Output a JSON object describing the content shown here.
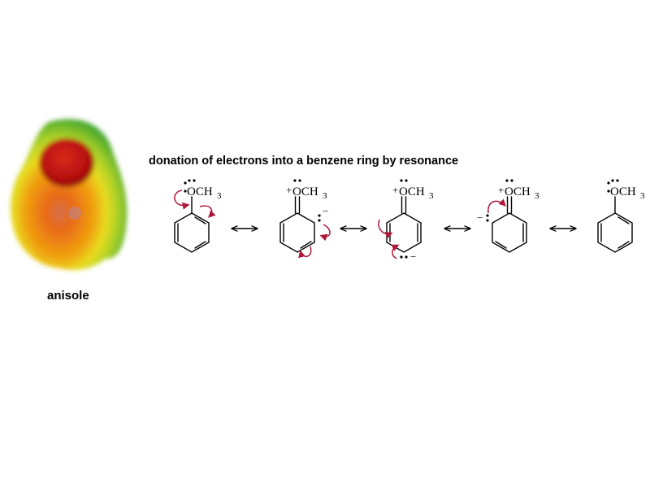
{
  "title": "donation of electrons into a benzene ring by resonance",
  "model": {
    "label": "anisole"
  },
  "structures": [
    {
      "substituent": "OCH",
      "subscript": "3",
      "positive_charge": false,
      "negative_charge": false
    },
    {
      "substituent": "OCH",
      "subscript": "3",
      "positive_charge": true,
      "negative_charge": true,
      "charge_site": "ortho"
    },
    {
      "substituent": "OCH",
      "subscript": "3",
      "positive_charge": true,
      "negative_charge": true,
      "charge_site": "para"
    },
    {
      "substituent": "OCH",
      "subscript": "3",
      "positive_charge": true,
      "negative_charge": true,
      "charge_site": "ortho"
    },
    {
      "substituent": "OCH",
      "subscript": "3",
      "positive_charge": false,
      "negative_charge": false
    }
  ],
  "charges": {
    "positive": "+",
    "negative": "−"
  },
  "colors": {
    "curved_arrow": "#b0183a",
    "potential_negative": "#cc1111",
    "potential_mid": "#f0e020",
    "potential_positive": "#28a028"
  }
}
